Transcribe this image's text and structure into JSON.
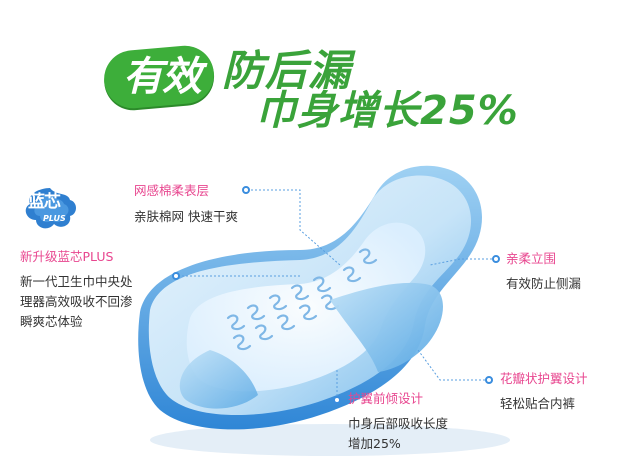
{
  "headline": {
    "badge": "有效",
    "line1": "防后漏",
    "line2": "巾身增长25%"
  },
  "logo": {
    "main": "蓝芯",
    "sub": "PLUS"
  },
  "callouts": [
    {
      "title": "网感棉柔表层",
      "desc": [
        "亲肤棉网 快速干爽"
      ]
    },
    {
      "title": "新升级蓝芯PLUS",
      "desc": [
        "新一代卫生巾中央处",
        "理器高效吸收不回渗",
        "瞬爽芯体验"
      ]
    },
    {
      "title": "亲柔立围",
      "desc": [
        "有效防止侧漏"
      ]
    },
    {
      "title": "花瓣状护翼设计",
      "desc": [
        "轻松贴合内裤"
      ]
    },
    {
      "title": "护翼前倾设计",
      "desc": [
        "巾身后部吸收长度",
        "增加25%"
      ]
    }
  ],
  "colors": {
    "headline_green": "#3aa33a",
    "callout_pink": "#e8468f",
    "pad_blue": "#3a8dde",
    "logo_blue": "#2f7fd0"
  }
}
